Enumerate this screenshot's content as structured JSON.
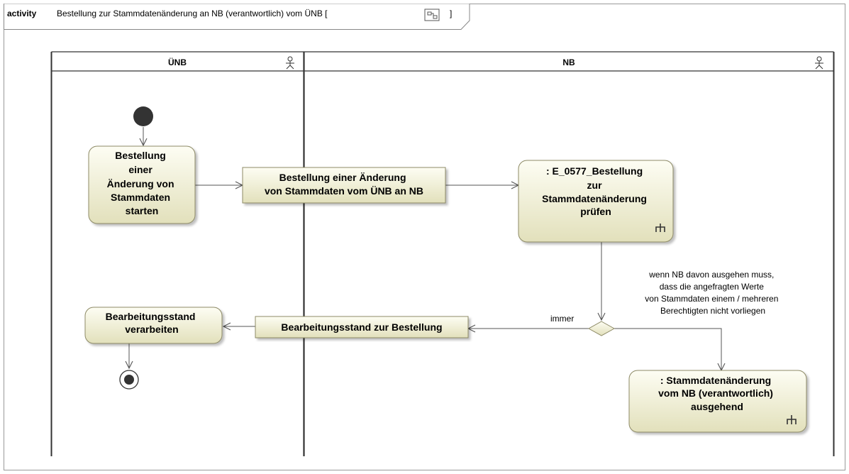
{
  "frame": {
    "keyword": "activity",
    "title": "Bestellung zur Stammdatenänderung an NB (verantwortlich) vom ÜNB [",
    "title_end": "]",
    "diagram_icon": "activity-diagram-icon"
  },
  "lanes": {
    "left": {
      "name": "ÜNB",
      "icon": "actor-icon"
    },
    "right": {
      "name": "NB",
      "icon": "actor-icon"
    }
  },
  "actions": {
    "start_order": {
      "lines": [
        "Bestellung",
        "einer",
        "Änderung von",
        "Stammdaten",
        "starten"
      ]
    },
    "check_order": {
      "lines": [
        ": E_0577_Bestellung",
        "zur",
        "Stammdatenänderung",
        "prüfen"
      ],
      "icon": "call-behavior-rake-icon"
    },
    "process_status": {
      "lines": [
        "Bearbeitungsstand",
        "verarbeiten"
      ]
    },
    "master_change": {
      "lines": [
        ": Stammdatenänderung",
        "vom NB (verantwortlich)",
        "ausgehend"
      ],
      "icon": "call-behavior-rake-icon"
    }
  },
  "object_nodes": {
    "order_change": {
      "lines": [
        "Bestellung einer Änderung",
        "von Stammdaten vom ÜNB an NB"
      ]
    },
    "status": {
      "lines": [
        "Bearbeitungsstand zur Bestellung"
      ]
    }
  },
  "guards": {
    "always": "immer",
    "condition": [
      "wenn NB davon ausgehen muss,",
      "dass die angefragten Werte",
      "von Stammdaten einem / mehreren",
      "Berechtigten nicht vorliegen"
    ]
  },
  "colors": {
    "node_fill_top": "#fdfdf3",
    "node_fill_bottom": "#e4e2bf",
    "node_border": "#8d8a66",
    "line": "#555555",
    "frame_border": "#888888",
    "lane_border": "#333333"
  }
}
